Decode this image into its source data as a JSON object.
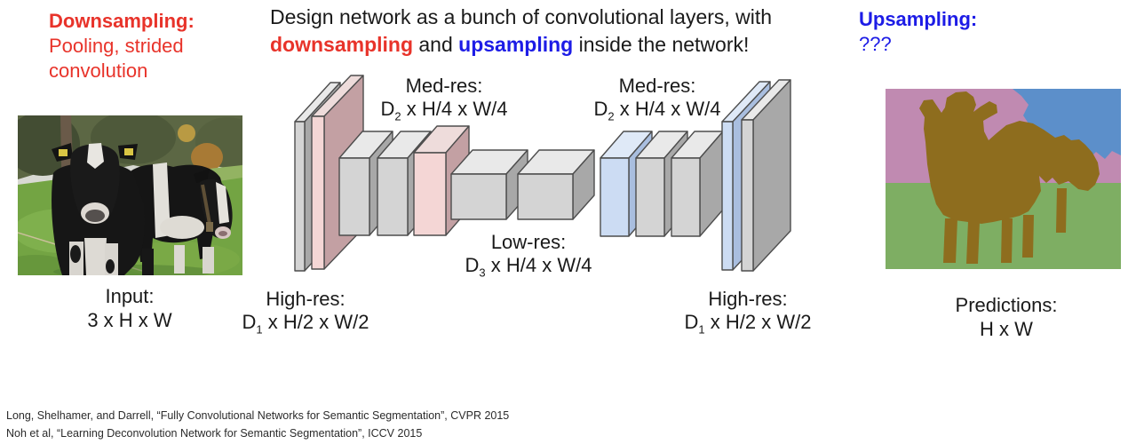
{
  "colors": {
    "red": "#e8332a",
    "blue": "#1d1ce6",
    "text": "#1a1a1a",
    "box_stroke": "#4d4d4d",
    "box_gray_front": "#d4d4d4",
    "box_gray_top": "#e9e9e9",
    "box_gray_side": "#a8a8a8",
    "box_pink_front": "#f4d6d5",
    "box_pink_top": "#eedcdb",
    "box_pink_side": "#c3a0a3",
    "box_blue_front": "#ccdcf3",
    "box_blue_top": "#dfe9f7",
    "box_blue_side": "#a9bedf",
    "seg_pink": "#c08ab1",
    "seg_blue": "#5c8fca",
    "seg_green": "#7eae63",
    "seg_brown": "#8e6d1e"
  },
  "downsampling_note": {
    "title": "Downsampling:",
    "line1": "Pooling, strided",
    "line2": "convolution"
  },
  "headline": {
    "line1": "Design network as a bunch of convolutional layers, with",
    "ds": "downsampling",
    "mid": " and ",
    "us": "upsampling",
    "tail": " inside the network!"
  },
  "upsampling_note": {
    "title": "Upsampling:",
    "body": "???"
  },
  "input_label": {
    "line1": "Input:",
    "line2": "3 x H x W"
  },
  "predictions_label": {
    "line1": "Predictions:",
    "line2": "H x W"
  },
  "network": {
    "labels": {
      "med_left": {
        "line1": "Med-res:",
        "d": "D",
        "sub": "2",
        "rest": " x H/4 x W/4"
      },
      "med_right": {
        "line1": "Med-res:",
        "d": "D",
        "sub": "2",
        "rest": " x H/4 x W/4"
      },
      "low": {
        "line1": "Low-res:",
        "d": "D",
        "sub": "3",
        "rest": " x H/4 x W/4"
      },
      "high_left": {
        "line1": "High-res:",
        "d": "D",
        "sub": "1",
        "rest": " x H/2 x W/2"
      },
      "high_right": {
        "line1": "High-res:",
        "d": "D",
        "sub": "1",
        "rest": " x H/2 x W/2"
      }
    },
    "blocks": [
      {
        "id": "conv-highres-in",
        "color": "gray",
        "shape": "tall-slab"
      },
      {
        "id": "downsample-1",
        "color": "pink",
        "shape": "tall-slab"
      },
      {
        "id": "conv-med-1",
        "color": "gray",
        "shape": "med"
      },
      {
        "id": "conv-med-2",
        "color": "gray",
        "shape": "med"
      },
      {
        "id": "downsample-2",
        "color": "pink",
        "shape": "med"
      },
      {
        "id": "conv-low-1",
        "color": "gray",
        "shape": "cube"
      },
      {
        "id": "conv-low-2",
        "color": "gray",
        "shape": "cube"
      },
      {
        "id": "upsample-1",
        "color": "blue",
        "shape": "med"
      },
      {
        "id": "conv-med-3",
        "color": "gray",
        "shape": "med"
      },
      {
        "id": "conv-med-4",
        "color": "gray",
        "shape": "med"
      },
      {
        "id": "upsample-2",
        "color": "blue",
        "shape": "tall-slab"
      },
      {
        "id": "conv-highres-out",
        "color": "gray",
        "shape": "tall-slab"
      }
    ]
  },
  "citations": [
    "Long, Shelhamer, and Darrell, “Fully Convolutional Networks for Semantic Segmentation”, CVPR 2015",
    "Noh et al, “Learning Deconvolution Network for Semantic Segmentation”, ICCV 2015"
  ]
}
